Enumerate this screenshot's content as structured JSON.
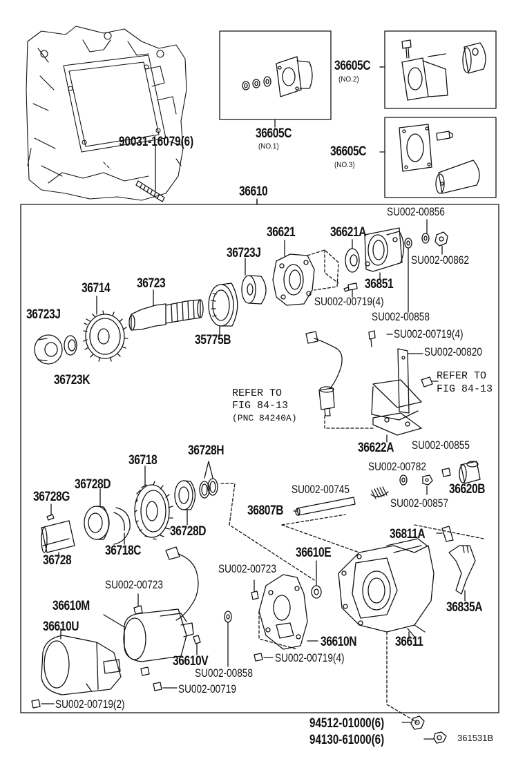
{
  "diagram": {
    "ref_code": "361531B",
    "main_assembly": "36610",
    "inset_no1": {
      "part": "36605C",
      "variant": "(NO.1)"
    },
    "inset_no2": {
      "part": "36605C",
      "variant": "(NO.2)"
    },
    "inset_no3": {
      "part": "36605C",
      "variant": "(NO.3)"
    },
    "parts": {
      "stud_bolt": "90031-16079(6)",
      "p36621": "36621",
      "p36621A": "36621A",
      "p36723J_top": "36723J",
      "p36723": "36723",
      "p36714": "36714",
      "p36723J_left": "36723J",
      "p36723K": "36723K",
      "p35775B": "35775B",
      "p36851": "36851",
      "su00856": "SU002-00856",
      "su00862": "SU002-00862",
      "su00719_4a": "SU002-00719(4)",
      "su00858_top": "SU002-00858",
      "su00719_4b": "SU002-00719(4)",
      "su00820": "SU002-00820",
      "p36622A": "36622A",
      "su00855": "SU002-00855",
      "su00782": "SU002-00782",
      "p36620B": "36620B",
      "su00745": "SU002-00745",
      "su00857": "SU002-00857",
      "p36807B": "36807B",
      "p36811A": "36811A",
      "p36718": "36718",
      "p36728H": "36728H",
      "p36728D_left": "36728D",
      "p36728G": "36728G",
      "p36728D_right": "36728D",
      "p36718C": "36718C",
      "p36728": "36728",
      "p36610E": "36610E",
      "su00723_mid": "SU002-00723",
      "su00723_left": "SU002-00723",
      "p36610M": "36610M",
      "p36610U": "36610U",
      "p36610V": "36610V",
      "su00858_bottom": "SU002-00858",
      "su00719_4c": "SU002-00719(4)",
      "su00719": "SU002-00719",
      "su00719_2": "SU002-00719(2)",
      "p36610N": "36610N",
      "p36611": "36611",
      "p36835A": "36835A",
      "nut_94512": "94512-01000(6)",
      "washer_94130": "94130-61000(6)"
    },
    "refer_right": {
      "line1": "REFER TO",
      "line2": "FIG 84-13"
    },
    "refer_left": {
      "line1": "REFER TO",
      "line2": "FIG 84-13",
      "line3": "(PNC 84240A)"
    }
  }
}
